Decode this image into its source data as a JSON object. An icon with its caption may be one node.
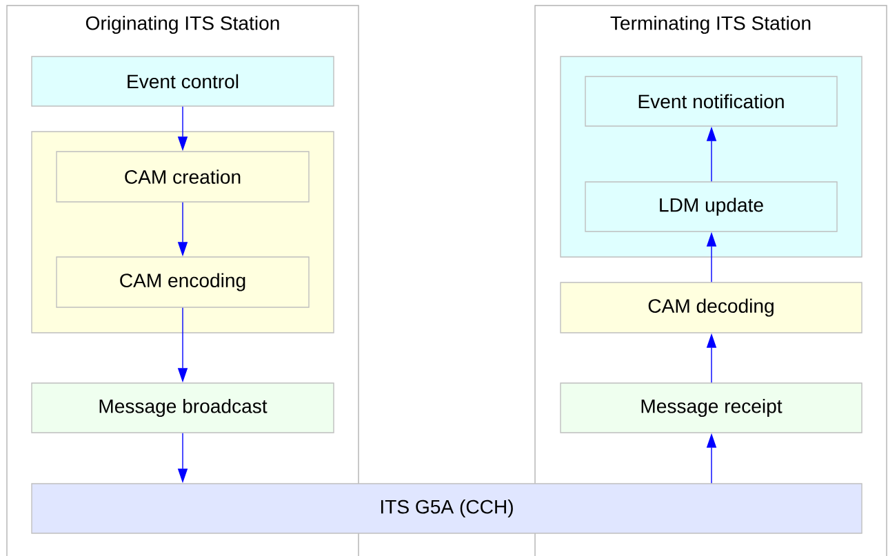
{
  "diagram": {
    "nodes": [
      {
        "text": [
          "Originating ITS Station"
        ]
      },
      {
        "text": [
          "Event control"
        ],
        "in": 0
      },
      {
        "text": [],
        "shape": "box",
        "in": 0
      },
      {
        "text": [
          "CAM creation"
        ],
        "in": 2
      },
      {
        "text": [
          "CAM encoding"
        ],
        "in": 2
      },
      {
        "text": [
          "Message broadcast"
        ],
        "in": 0
      },
      {
        "text": [
          "Terminating ITS Station"
        ]
      },
      {
        "text": [],
        "shape": "box",
        "in": 6
      },
      {
        "text": [
          "Event notification"
        ],
        "in": 7
      },
      {
        "text": [
          "LDM update"
        ],
        "in": 7
      },
      {
        "text": [
          "CAM decoding"
        ],
        "in": 6
      },
      {
        "text": [
          "Message receipt"
        ],
        "in": 6
      },
      {
        "text": [
          "ITS G5A (CCH)"
        ]
      }
    ],
    "edges": [
      {
        "from": 1,
        "to": 3,
        "arrow": "to"
      },
      {
        "from": 3,
        "to": 4,
        "arrow": "to"
      },
      {
        "from": 4,
        "to": 5,
        "arrow": "to"
      },
      {
        "from": 5,
        "to": 12,
        "arrow": "to"
      },
      {
        "from": 12,
        "to": 11,
        "arrow": "to"
      },
      {
        "from": 11,
        "to": 10,
        "arrow": "to"
      },
      {
        "from": 10,
        "to": 9,
        "arrow": "to"
      },
      {
        "from": 9,
        "to": 8,
        "arrow": "to"
      }
    ]
  }
}
